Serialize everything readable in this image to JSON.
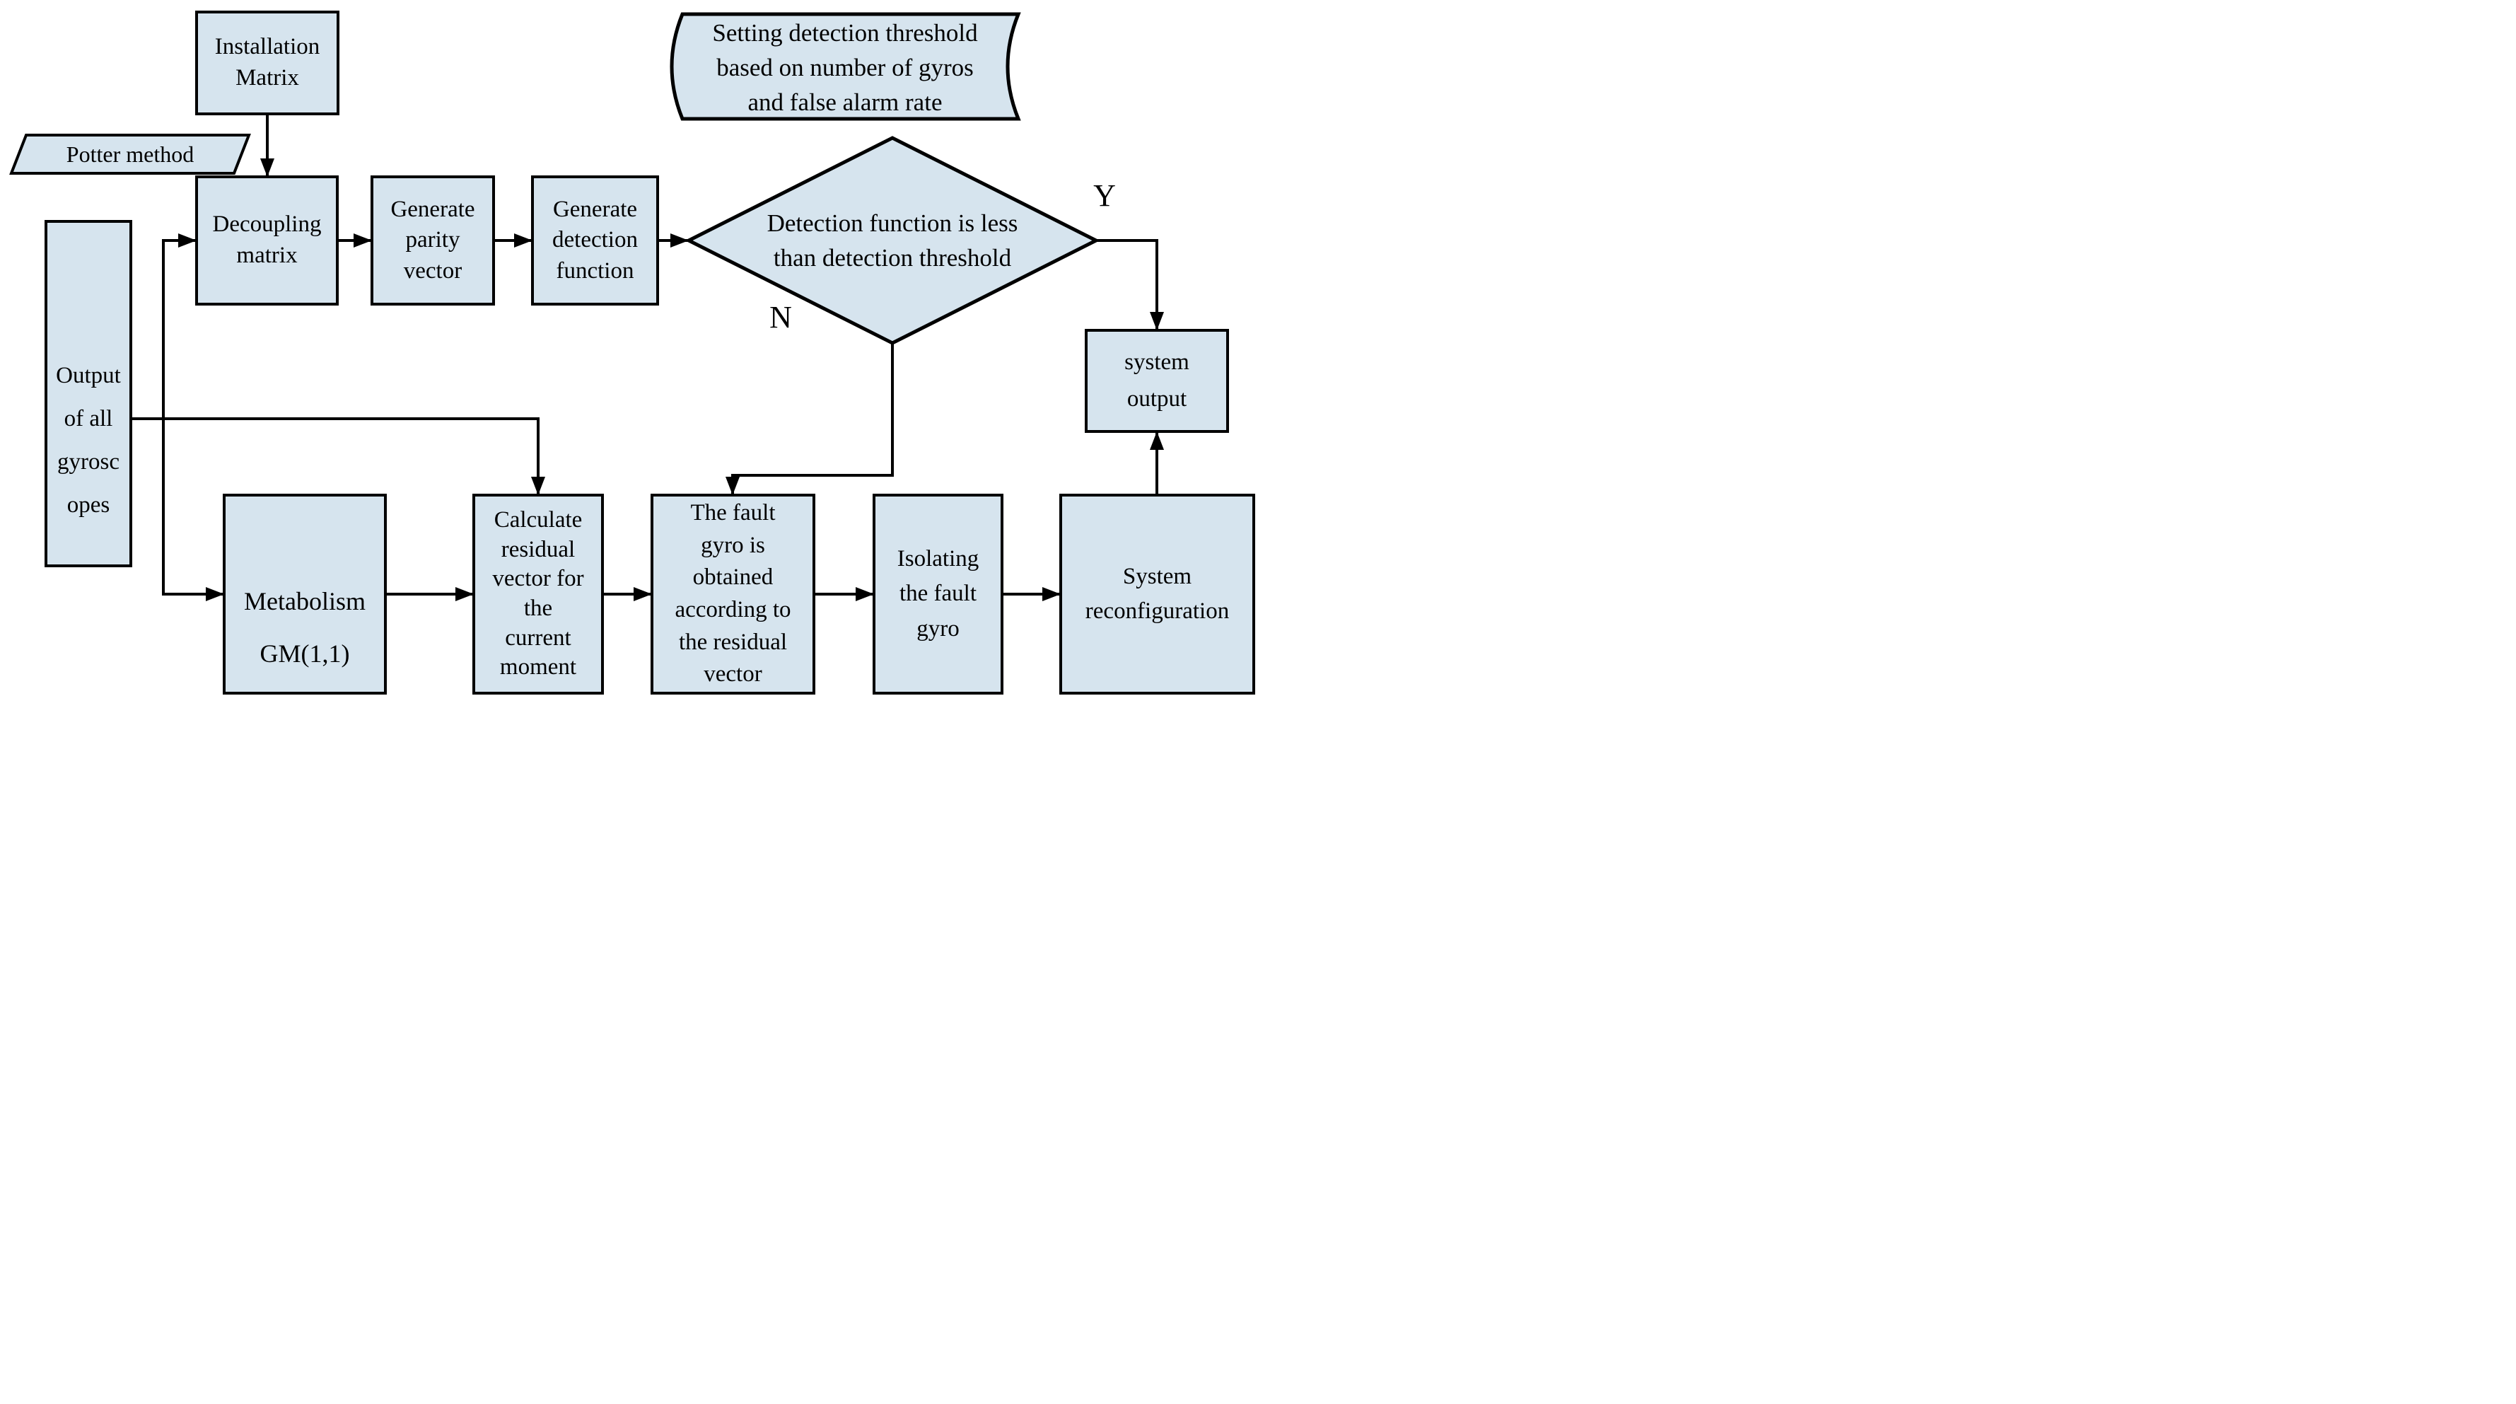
{
  "diagram": {
    "background": "#ffffff",
    "node_fill": "#d6e4ee",
    "node_border": "#000000",
    "connector_color": "#000000",
    "nodes": {
      "installation_matrix": {
        "type": "process",
        "lines": [
          "Installation",
          "Matrix"
        ]
      },
      "potter_method": {
        "type": "data-parallelogram",
        "lines": [
          "Potter method"
        ]
      },
      "decoupling_matrix": {
        "type": "process",
        "lines": [
          "Decoupling",
          "matrix"
        ]
      },
      "generate_parity_vector": {
        "type": "process",
        "lines": [
          "Generate",
          "parity",
          "vector"
        ]
      },
      "generate_detection_function": {
        "type": "process",
        "lines": [
          "Generate",
          "detection",
          "function"
        ]
      },
      "threshold_note": {
        "type": "stored-data",
        "lines": [
          "Setting detection threshold",
          "based on number of gyros",
          "and false alarm rate"
        ]
      },
      "decision_threshold": {
        "type": "decision",
        "lines": [
          "Detection function is less",
          "than detection threshold"
        ]
      },
      "output_gyroscopes": {
        "type": "process",
        "lines": [
          "Output",
          "of all",
          "gyrosc",
          "opes"
        ]
      },
      "metabolism_gm11": {
        "type": "process",
        "lines": [
          "Metabolism",
          "GM(1,1)"
        ]
      },
      "calculate_residual_vector": {
        "type": "process",
        "lines": [
          "Calculate",
          "residual",
          "vector for",
          "the",
          "current",
          "moment"
        ]
      },
      "fault_gyro_obtained": {
        "type": "process",
        "lines": [
          "The fault",
          "gyro is",
          "obtained",
          "according to",
          "the residual",
          "vector"
        ]
      },
      "isolating_fault_gyro": {
        "type": "process",
        "lines": [
          "Isolating",
          "the fault",
          "gyro"
        ]
      },
      "system_reconfiguration": {
        "type": "process",
        "lines": [
          "System",
          "reconfiguration"
        ]
      },
      "system_output": {
        "type": "process",
        "lines": [
          "system",
          "output"
        ]
      }
    },
    "branch_labels": {
      "yes": "Y",
      "no": "N"
    }
  }
}
